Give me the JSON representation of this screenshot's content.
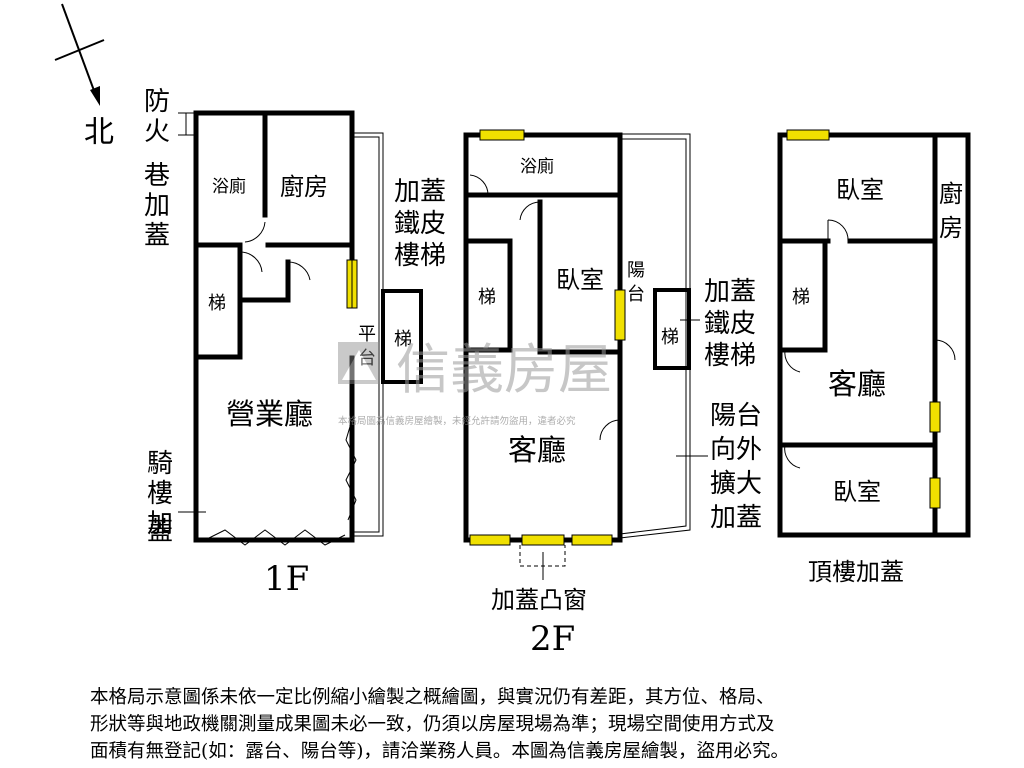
{
  "compass": {
    "north_label": "北"
  },
  "floor1": {
    "caption": "1F",
    "rooms": {
      "bathroom": "浴廁",
      "kitchen": "廚房",
      "stairs": "梯",
      "hall": "營業廳"
    },
    "notes": {
      "fire_lane": "防火巷加蓋",
      "arcade": "騎樓加蓋",
      "iron_stair": "加蓋鐵皮樓梯",
      "platform": "平台",
      "platform_stair": "梯"
    }
  },
  "floor2": {
    "caption": "2F",
    "rooms": {
      "bathroom": "浴廁",
      "stairs": "梯",
      "bedroom": "臥室",
      "balcony": "陽台",
      "living": "客廳"
    },
    "notes": {
      "iron_stair": "加蓋鐵皮樓梯",
      "outside_stair": "梯",
      "balcony_ext": "陽台向外擴大加蓋",
      "bay_window": "加蓋凸窗"
    }
  },
  "roof": {
    "caption": "頂樓加蓋",
    "rooms": {
      "bedroom_top": "臥室",
      "kitchen": "廚房",
      "stairs": "梯",
      "living": "客廳",
      "bedroom_bottom": "臥室"
    }
  },
  "watermark": {
    "brand": "信義房屋",
    "notice": "本格局圖為信義房屋繪製，未經允許請勿盜用，違者必究"
  },
  "disclaimer": {
    "line1": "本格局示意圖係未依一定比例縮小繪製之概繪圖，與實況仍有差距，其方位、格局、",
    "line2": "形狀等與地政機關測量成果圖未必一致，仍須以房屋現場為準；現場空間使用方式及",
    "line3": "面積有無登記(如：露台、陽台等)，請洽業務人員。本圖為信義房屋繪製，盜用必究。"
  },
  "colors": {
    "window": "#f0e000",
    "wall": "#000000",
    "watermark": "#9a9a9a"
  }
}
